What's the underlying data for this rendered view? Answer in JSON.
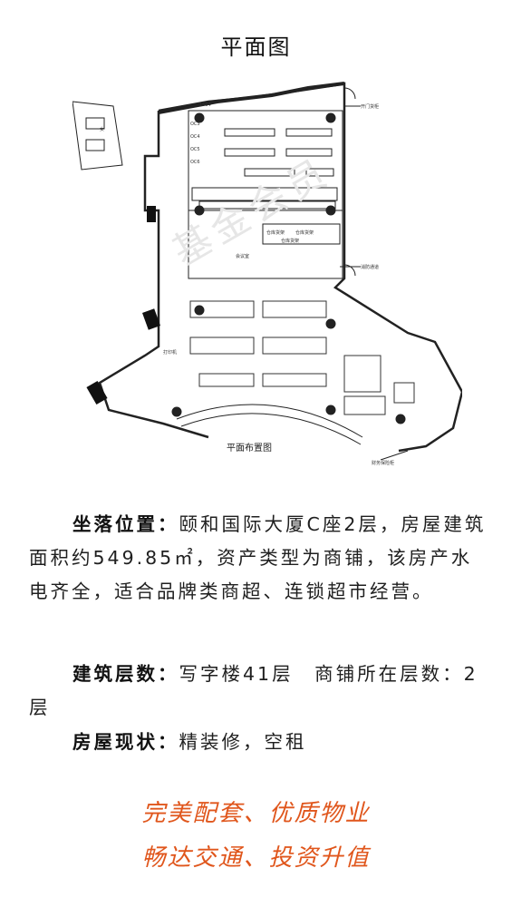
{
  "title": "平面图",
  "floorplan": {
    "caption": "平面布置图",
    "labels": {
      "meeting_room": "会议室",
      "fire_passage": "消防通道",
      "warehouse_1": "仓库货架",
      "warehouse_2": "仓库货架",
      "warehouse_3": "仓库货架",
      "open_cabinet": "开门货柜",
      "printer": "打印机",
      "safe": "财务保险柜",
      "female": "女",
      "dim_top": "1504",
      "oc_labels": [
        "OC3",
        "OC4",
        "OC5",
        "OC6"
      ]
    }
  },
  "watermark": "基金会员",
  "info": {
    "location_label": "坐落位置：",
    "location_text": "颐和国际大厦C座2层，房屋建筑面积约549.85㎡，资产类型为商铺，该房产水电齐全，适合品牌类商超、连锁超市经营。",
    "floors_label": "建筑层数：",
    "floors_text": "写字楼41层　商铺所在层数：2层",
    "status_label": "房屋现状：",
    "status_text": "精装修，空租"
  },
  "slogans": [
    "完美配套、优质物业",
    "畅达交通、投资升值"
  ]
}
